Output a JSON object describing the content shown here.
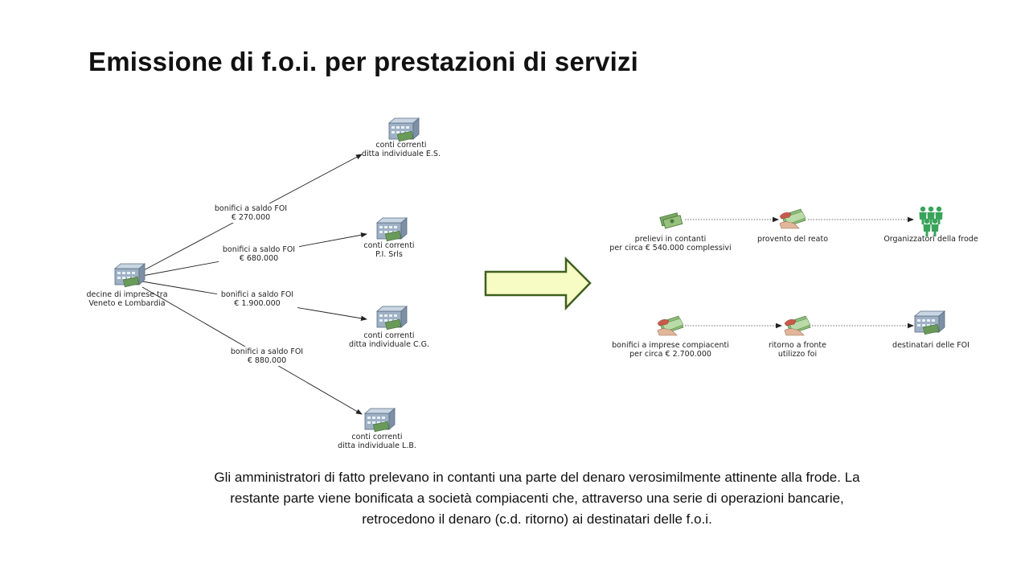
{
  "title": "Emissione di f.o.i. per prestazioni di servizi",
  "left_diagram": {
    "source": {
      "line1": "decine di imprese tra",
      "line2": "Veneto e Lombardia",
      "icon": "bank-building-icon"
    },
    "targets": [
      {
        "line1": "conti correnti",
        "line2": "ditta individuale E.S.",
        "edge_line1": "bonifici a saldo FOI",
        "edge_line2": "€ 270.000"
      },
      {
        "line1": "conti correnti",
        "line2": "P.I. Srls",
        "edge_line1": "bonifici a saldo FOI",
        "edge_line2": "€ 680.000"
      },
      {
        "line1": "conti correnti",
        "line2": "ditta individuale C.G.",
        "edge_line1": "bonifici a saldo FOI",
        "edge_line2": "€ 1.900.000"
      },
      {
        "line1": "conti correnti",
        "line2": "ditta individuale L.B.",
        "edge_line1": "bonifici a saldo FOI",
        "edge_line2": "€ 880.000"
      }
    ]
  },
  "arrow": {
    "fill": "#f7fbc4",
    "stroke": "#3f5f1f"
  },
  "right_diagram": {
    "row1": [
      {
        "line1": "prelievi in contanti",
        "line2": "per circa € 540.000 complessivi",
        "icon": "cash-icon"
      },
      {
        "line1": "provento del reato",
        "line2": "",
        "icon": "money-hand-icon"
      },
      {
        "line1": "Organizzatori della frode",
        "line2": "",
        "icon": "people-group-icon"
      }
    ],
    "row2": [
      {
        "line1": "bonifici a imprese compiacenti",
        "line2": "per circa € 2.700.000",
        "icon": "money-hand-icon"
      },
      {
        "line1": "ritorno a fronte",
        "line2": "utilizzo foi",
        "icon": "money-hand-icon"
      },
      {
        "line1": "destinatari delle FOI",
        "line2": "",
        "icon": "bank-building-icon"
      }
    ]
  },
  "caption": {
    "line1": "Gli amministratori di fatto prelevano in contanti una parte del denaro verosimilmente attinente alla frode. La",
    "line2": "restante parte viene bonificata a società compiacenti che, attraverso una serie di operazioni bancarie,",
    "line3": "retrocedono il denaro (c.d. ritorno) ai destinatari delle f.o.i."
  }
}
